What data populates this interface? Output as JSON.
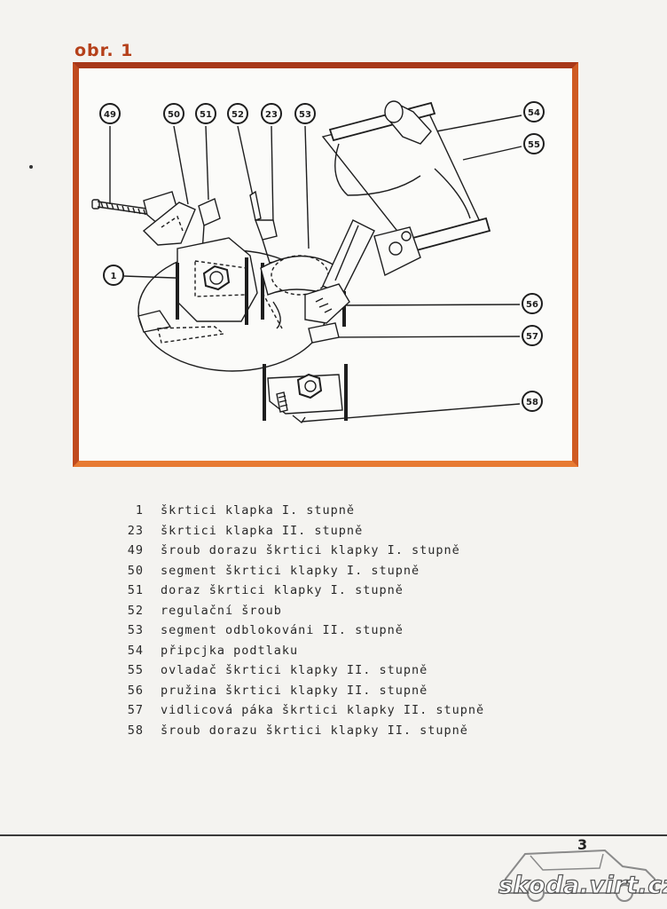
{
  "figure": {
    "label": "obr. 1"
  },
  "callouts": [
    "49",
    "50",
    "51",
    "52",
    "23",
    "53",
    "54",
    "55",
    "1",
    "56",
    "57",
    "58"
  ],
  "legend": [
    {
      "num": "1",
      "text": "škrtici klapka I. stupně"
    },
    {
      "num": "23",
      "text": "škrtici klapka II. stupně"
    },
    {
      "num": "49",
      "text": "šroub dorazu škrtici klapky I. stupně"
    },
    {
      "num": "50",
      "text": "segment škrtici klapky I. stupně"
    },
    {
      "num": "51",
      "text": "doraz škrtici klapky I. stupně"
    },
    {
      "num": "52",
      "text": "regulační šroub"
    },
    {
      "num": "53",
      "text": "segment odblokováni II. stupně"
    },
    {
      "num": "54",
      "text": "připcjka podtlaku"
    },
    {
      "num": "55",
      "text": "ovladač škrtici klapky II. stupně"
    },
    {
      "num": "56",
      "text": "pružina škrtici klapky II. stupně"
    },
    {
      "num": "57",
      "text": "vidlicová páka škrtici klapky II. stupně"
    },
    {
      "num": "58",
      "text": "šroub dorazu škrtici klapky II. stupně"
    }
  ],
  "page_number": "3",
  "watermark": "skoda.virt.cz",
  "colors": {
    "frame": "#d8672a",
    "label": "#b5401a"
  }
}
